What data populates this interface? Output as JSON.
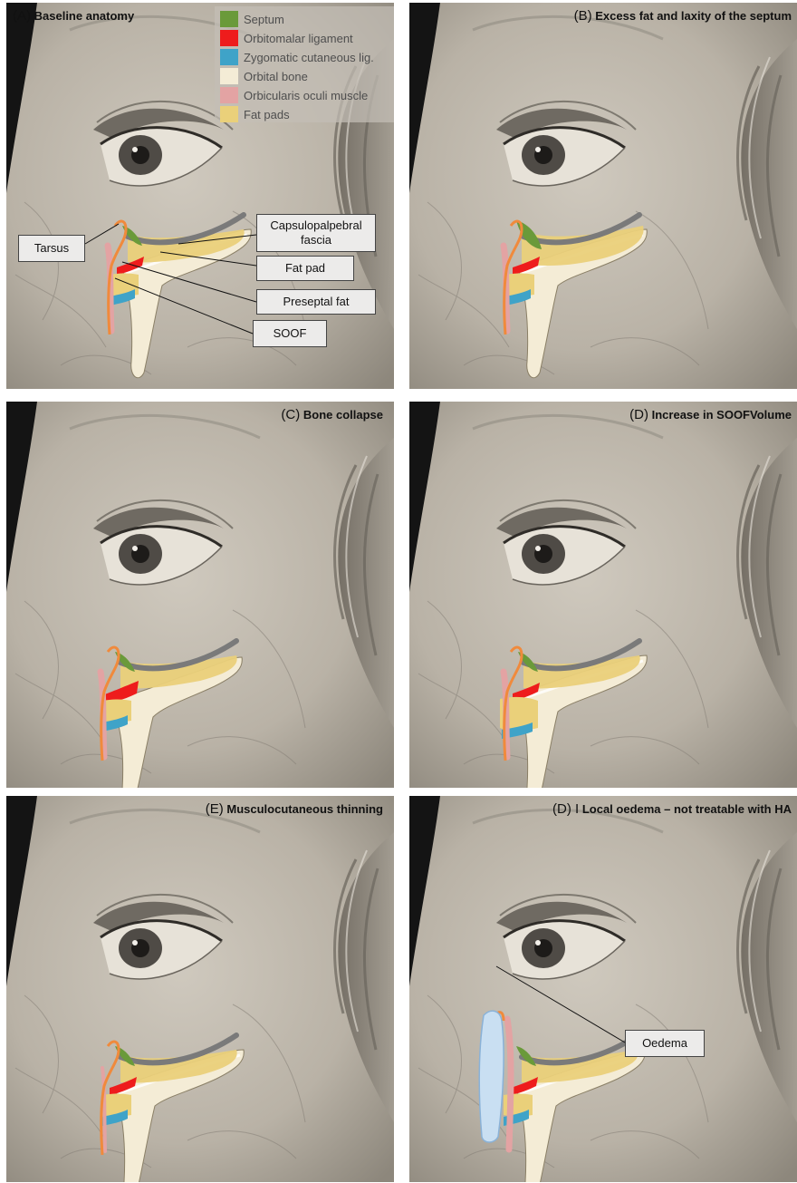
{
  "panels": [
    {
      "letter": "(A)",
      "title": "Baseline anatomy"
    },
    {
      "letter": "(B)",
      "title": "Excess fat and laxity of the septum"
    },
    {
      "letter": "(C)",
      "title": "Bone collapse"
    },
    {
      "letter": "(D)",
      "title": "Increase in SOOFVolume"
    },
    {
      "letter": "(E)",
      "title": "Musculocutaneous thinning"
    },
    {
      "letter": "(D) I",
      "title": "Local oedema – not treatable with HA"
    }
  ],
  "legend": {
    "items": [
      {
        "label": "Septum",
        "color": "#6a9a3a"
      },
      {
        "label": "Orbitomalar ligament",
        "color": "#ee1c1c"
      },
      {
        "label": "Zygomatic cutaneous lig.",
        "color": "#3fa3c8"
      },
      {
        "label": "Orbital bone",
        "color": "#f4ecd6"
      },
      {
        "label": "Orbicularis oculi muscle",
        "color": "#e3a3a3"
      },
      {
        "label": "Fat pads",
        "color": "#ead07a"
      }
    ]
  },
  "callouts": {
    "tarsus": "Tarsus",
    "capsulopalpebral_line1": "Capsulopalpebral",
    "capsulopalpebral_line2": "fascia",
    "fat_pad": "Fat pad",
    "preseptal_fat": "Preseptal fat",
    "soof": "SOOF",
    "oedema": "Oedema"
  },
  "colors": {
    "septum": "#6a9a3a",
    "orbitomalar": "#ee1c1c",
    "zygomatic": "#3fa3c8",
    "bone": "#f4ecd6",
    "muscle": "#e3a3a3",
    "fat": "#ead07a",
    "tarsus_outline": "#f08a3c",
    "capsulopalpebral": "#7a7a7a",
    "oedema": "#c9dff2"
  }
}
